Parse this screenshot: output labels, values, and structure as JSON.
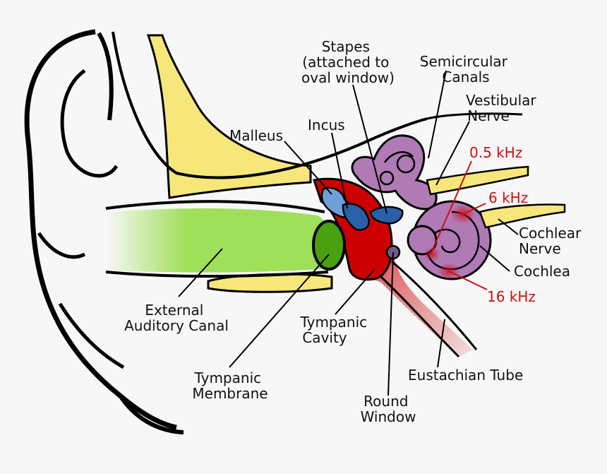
{
  "labels": {
    "stapes": [
      "Stapes",
      "(attached to",
      "oval window)"
    ],
    "semicircular": [
      "Semicircular",
      "Canals"
    ],
    "vestibular": [
      "Vestibular",
      "Nerve"
    ],
    "malleus": "Malleus",
    "incus": "Incus",
    "freq_05": "0.5 kHz",
    "freq_6": "6 kHz",
    "freq_16": "16 kHz",
    "cochlear_nerve": [
      "Cochlear",
      "Nerve"
    ],
    "cochlea": "Cochlea",
    "external_canal": [
      "External",
      "Auditory Canal"
    ],
    "tympanic_cavity": [
      "Tympanic",
      "Cavity"
    ],
    "tympanic_membrane": [
      "Tympanic",
      "Membrane"
    ],
    "eustachian": "Eustachian Tube",
    "round_window": [
      "Round",
      "Window"
    ]
  },
  "colors": {
    "bone": "#f7e77a",
    "canal": "#9fe05a",
    "membrane": "#4aa010",
    "cavity": "#cc0000",
    "ossicle": "#6f9fd8",
    "cochlea": "#b07ab5",
    "freq_highlight": "#cc1111",
    "outline": "#000000"
  }
}
